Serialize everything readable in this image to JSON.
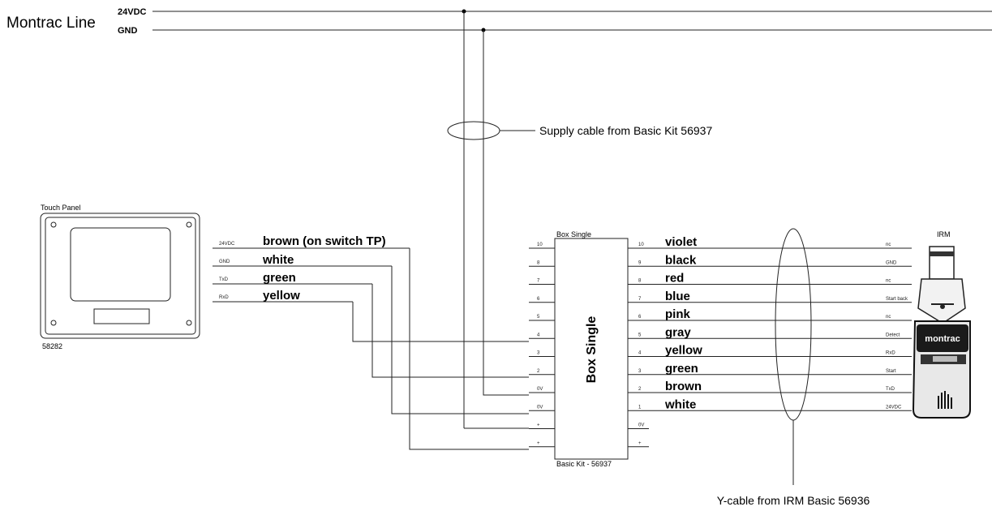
{
  "title": "Montrac Line",
  "bus": {
    "v24": "24VDC",
    "gnd": "GND"
  },
  "supply_note": "Supply cable from Basic Kit 56937",
  "ycable_note": "Y-cable from IRM Basic 56936",
  "touch_panel": {
    "title": "Touch Panel",
    "part": "58282",
    "pins": [
      "24VDC",
      "GND",
      "TxD",
      "RxD"
    ],
    "wires": [
      "brown (on switch TP)",
      "white",
      "green",
      "yellow"
    ]
  },
  "box": {
    "title_top": "Box Single",
    "title_center": "Box Single",
    "footer": "Basic Kit - 56937",
    "left_pins": [
      "10",
      "8",
      "7",
      "6",
      "5",
      "4",
      "3",
      "2",
      "0V",
      "0V",
      "+",
      "+"
    ],
    "right_pins": [
      "10",
      "9",
      "8",
      "7",
      "6",
      "5",
      "4",
      "3",
      "2",
      "1",
      "0V",
      "+"
    ]
  },
  "irm": {
    "title": "IRM",
    "wires": [
      "violet",
      "black",
      "red",
      "blue",
      "pink",
      "gray",
      "yellow",
      "green",
      "brown",
      "white"
    ],
    "signals": [
      "nc",
      "GND",
      "nc",
      "Start back",
      "nc",
      "Detect",
      "RxD",
      "Start",
      "TxD",
      "24VDC"
    ],
    "brand": "montrac"
  }
}
